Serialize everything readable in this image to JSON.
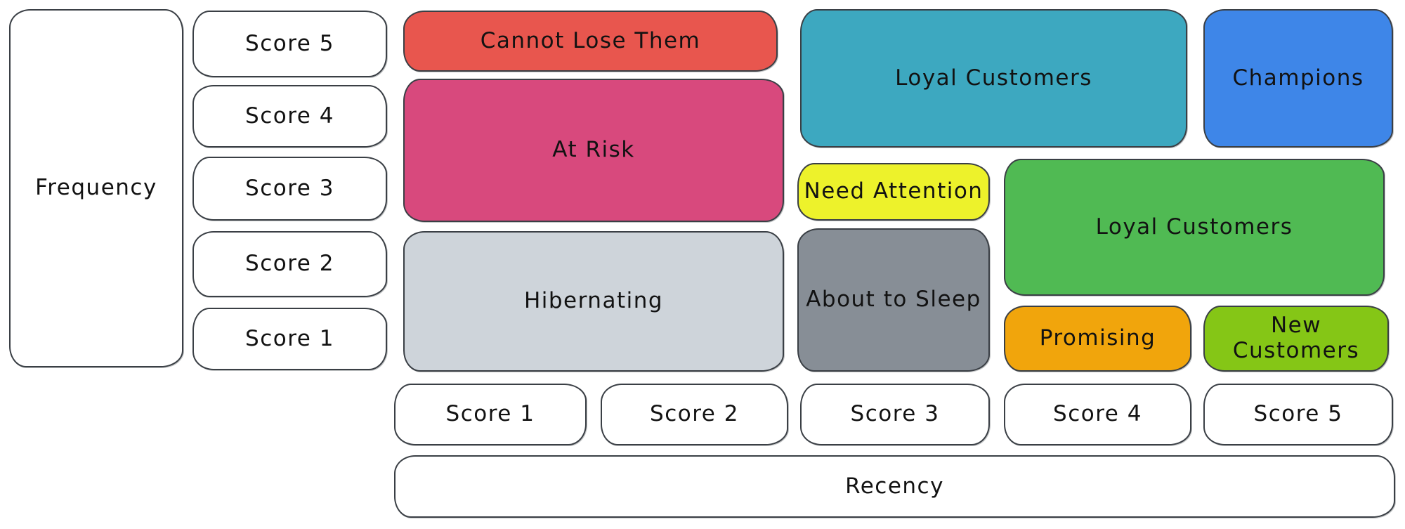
{
  "diagram": {
    "type": "rfm-customer-segments-grid",
    "background": "#ffffff",
    "stroke_color": "#3a3f45",
    "text_color": "#121212",
    "axes": {
      "frequency": {
        "label": "Frequency",
        "scores": [
          "Score 5",
          "Score 4",
          "Score 3",
          "Score 2",
          "Score 1"
        ]
      },
      "recency": {
        "label": "Recency",
        "scores": [
          "Score 1",
          "Score 2",
          "Score 3",
          "Score 4",
          "Score 5"
        ]
      }
    },
    "segments": [
      {
        "id": "cannot-lose-them",
        "label": "Cannot Lose Them",
        "color": "#e8564e"
      },
      {
        "id": "at-risk",
        "label": "At Risk",
        "color": "#d8497d"
      },
      {
        "id": "hibernating",
        "label": "Hibernating",
        "color": "#ced4da"
      },
      {
        "id": "loyal-customers-upper",
        "label": "Loyal Customers",
        "color": "#3da8c0"
      },
      {
        "id": "champions",
        "label": "Champions",
        "color": "#3e86e8"
      },
      {
        "id": "need-attention",
        "label": "Need Attention",
        "color": "#edf22b"
      },
      {
        "id": "about-to-sleep",
        "label": "About to Sleep",
        "color": "#878e96"
      },
      {
        "id": "loyal-customers-mid",
        "label": "Loyal Customers",
        "color": "#50ba53"
      },
      {
        "id": "promising",
        "label": "Promising",
        "color": "#f1a50c"
      },
      {
        "id": "new-customers",
        "label": "New Customers",
        "color": "#85c616"
      }
    ]
  }
}
